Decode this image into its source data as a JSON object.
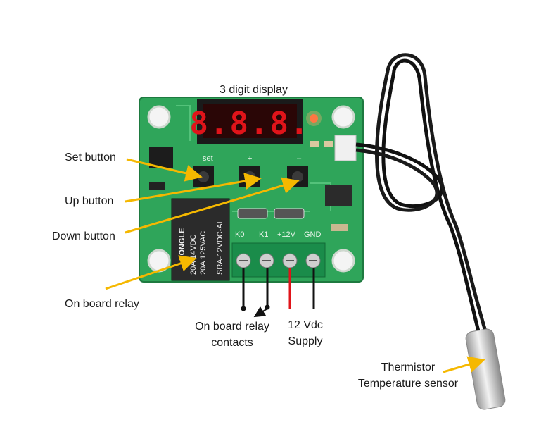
{
  "labels": {
    "display": "3 digit display",
    "set_button": "Set button",
    "up_button": "Up button",
    "down_button": "Down button",
    "relay": "On board relay",
    "contacts_line1": "On board relay",
    "contacts_line2": "contacts",
    "supply_line1": "12 Vdc",
    "supply_line2": "Supply",
    "sensor_line1": "Thermistor",
    "sensor_line2": "Temperature sensor"
  },
  "board": {
    "silk_set": "set",
    "silk_plus": "+",
    "silk_minus": "–",
    "terminal_k0": "K0",
    "terminal_k1": "K1",
    "terminal_12v": "+12V",
    "terminal_gnd": "GND",
    "relay_model": "SRA-12VDC-AL",
    "relay_brand": "SONGLE",
    "relay_rating1": "20A 14VDC",
    "relay_rating2": "20A 125VAC",
    "display_digits": "8.8.8."
  },
  "colors": {
    "arrow": "#f5b800",
    "pcb": "#2fa55a",
    "display_led": "#e0141a",
    "wire_red": "#e0141a",
    "wire_black": "#111111",
    "terminal_block": "#1a8c4a"
  },
  "icons": [
    "arrow-icon",
    "screw-terminal-icon",
    "push-button-icon"
  ]
}
